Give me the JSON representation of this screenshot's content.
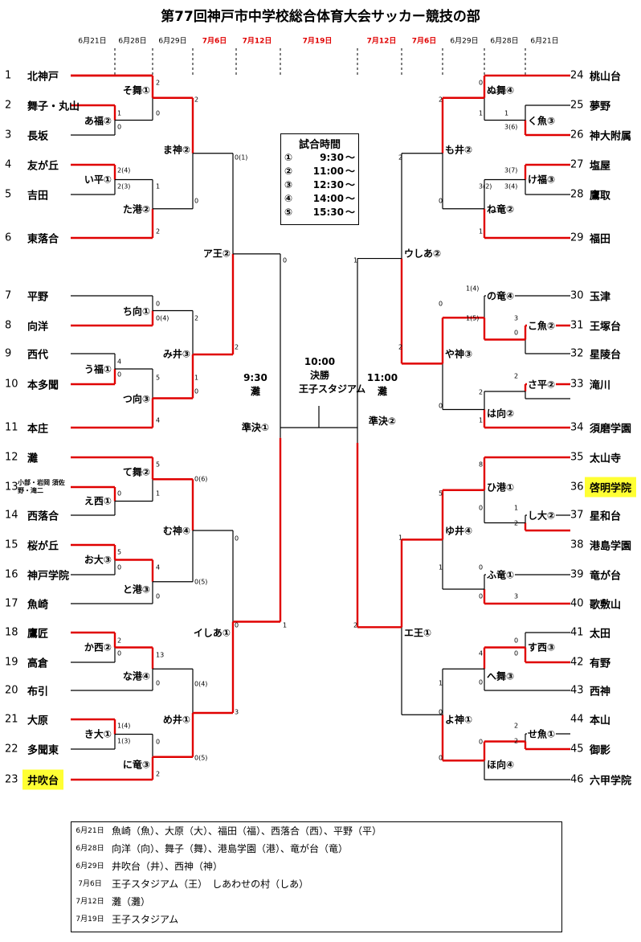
{
  "title": "第77回神戸市中学校総合体育大会サッカー競技の部",
  "colors": {
    "winner_line": "#e00000",
    "loser_line": "#000000",
    "highlight": "#ffff33",
    "red_date": "#e00000"
  },
  "dates": [
    "6月21日",
    "6月28日",
    "6月29日",
    "7月6日",
    "7月12日",
    "7月19日",
    "7月12日",
    "7月6日",
    "6月29日",
    "6月28日",
    "6月21日"
  ],
  "left_teams": [
    {
      "num": "1",
      "name": "北神戸"
    },
    {
      "num": "2",
      "name": "舞子・丸山"
    },
    {
      "num": "3",
      "name": "長坂"
    },
    {
      "num": "4",
      "name": "友が丘"
    },
    {
      "num": "5",
      "name": "吉田"
    },
    {
      "num": "6",
      "name": "東落合"
    },
    {
      "num": "7",
      "name": "平野"
    },
    {
      "num": "8",
      "name": "向洋"
    },
    {
      "num": "9",
      "name": "西代"
    },
    {
      "num": "10",
      "name": "本多聞"
    },
    {
      "num": "11",
      "name": "本庄"
    },
    {
      "num": "12",
      "name": "灘"
    },
    {
      "num": "13",
      "name": "小部・岩岡 須佐野・滝二"
    },
    {
      "num": "14",
      "name": "西落合"
    },
    {
      "num": "15",
      "name": "桜が丘"
    },
    {
      "num": "16",
      "name": "神戸学院"
    },
    {
      "num": "17",
      "name": "魚崎"
    },
    {
      "num": "18",
      "name": "鷹匠"
    },
    {
      "num": "19",
      "name": "高倉"
    },
    {
      "num": "20",
      "name": "布引"
    },
    {
      "num": "21",
      "name": "大原"
    },
    {
      "num": "22",
      "name": "多聞東"
    },
    {
      "num": "23",
      "name": "井吹台"
    }
  ],
  "right_teams": [
    {
      "num": "24",
      "name": "桃山台"
    },
    {
      "num": "25",
      "name": "夢野"
    },
    {
      "num": "26",
      "name": "神大附属"
    },
    {
      "num": "27",
      "name": "塩屋"
    },
    {
      "num": "28",
      "name": "鷹取"
    },
    {
      "num": "29",
      "name": "福田"
    },
    {
      "num": "30",
      "name": "玉津"
    },
    {
      "num": "31",
      "name": "王塚台"
    },
    {
      "num": "32",
      "name": "星陵台"
    },
    {
      "num": "33",
      "name": "滝川"
    },
    {
      "num": "34",
      "name": "須磨学園"
    },
    {
      "num": "35",
      "name": "太山寺"
    },
    {
      "num": "36",
      "name": "啓明学院"
    },
    {
      "num": "37",
      "name": "星和台"
    },
    {
      "num": "38",
      "name": "港島学園"
    },
    {
      "num": "39",
      "name": "竜が台"
    },
    {
      "num": "40",
      "name": "歌敷山"
    },
    {
      "num": "41",
      "name": "太田"
    },
    {
      "num": "42",
      "name": "有野"
    },
    {
      "num": "43",
      "name": "西神"
    },
    {
      "num": "44",
      "name": "本山"
    },
    {
      "num": "45",
      "name": "御影"
    },
    {
      "num": "46",
      "name": "六甲学院"
    }
  ],
  "match_labels": [
    "そ舞①",
    "あ福②",
    "い平①",
    "た港②",
    "ま神②",
    "ア王②",
    "ち向①",
    "う福①",
    "つ向③",
    "み井③",
    "て舞②",
    "え西①",
    "お大③",
    "と港③",
    "む神④",
    "か西②",
    "な港④",
    "き大①",
    "に竜③",
    "め井①",
    "イしあ①",
    "ぬ舞④",
    "く魚③",
    "け福③",
    "ね竜②",
    "も井②",
    "ウしあ②",
    "の竜④",
    "こ魚②",
    "さ平②",
    "は向②",
    "や神③",
    "ひ港①",
    "し大②",
    "ふ竜①",
    "ゆ井④",
    "す西③",
    "へ舞③",
    "せ魚①",
    "ほ向④",
    "よ神①",
    "エ王①"
  ],
  "scores": [
    "2",
    "0",
    "1",
    "0",
    "2",
    "0(1)",
    "2(4)",
    "2(3)",
    "1",
    "2",
    "0",
    "2",
    "0",
    "0(4)",
    "2",
    "4",
    "0",
    "5",
    "0",
    "4",
    "1",
    "0",
    "5",
    "1",
    "0",
    "0(6)",
    "0",
    "5",
    "0",
    "4",
    "0",
    "0(5)",
    "0",
    "2",
    "0",
    "13",
    "0",
    "0(4)",
    "1(4)",
    "1(3)",
    "0",
    "2",
    "0(5)",
    "3",
    "1",
    "0",
    "1",
    "1",
    "3(6)",
    "3(7)",
    "3(4)",
    "3(2)",
    "1",
    "2",
    "0",
    "2",
    "1",
    "1(4)",
    "1(5)",
    "3",
    "0",
    "2",
    "2",
    "1",
    "0",
    "0",
    "2",
    "1",
    "8",
    "0",
    "5",
    "1",
    "2",
    "0",
    "0",
    "3",
    "1",
    "0",
    "0",
    "4",
    "1",
    "0",
    "2",
    "2",
    "0",
    "0",
    "0",
    "2"
  ],
  "final": {
    "time": "10:00",
    "title": "決勝",
    "venue": "王子スタジアム",
    "sf1_time": "9:30",
    "sf1_venue": "灘",
    "sf1": "準決①",
    "sf2_time": "11:00",
    "sf2_venue": "灘",
    "sf2": "準決②"
  },
  "schedule": {
    "title": "試合時間",
    "rows": [
      [
        "①",
        "9:30",
        "～"
      ],
      [
        "②",
        "11:00",
        "～"
      ],
      [
        "③",
        "12:30",
        "～"
      ],
      [
        "④",
        "14:00",
        "～"
      ],
      [
        "⑤",
        "15:30",
        "～"
      ]
    ]
  },
  "legend": [
    {
      "date": "6月21日",
      "text": "魚崎（魚）、大原（大）、福田（福）、西落合（西）、平野（平）"
    },
    {
      "date": "6月28日",
      "text": "向洋（向）、舞子（舞）、港島学園（港）、竜が台（竜）"
    },
    {
      "date": "6月29日",
      "text": "井吹台（井）、西神（神）"
    },
    {
      "date": "7月6日",
      "text": "王子スタジアム（王）　しあわせの村（しあ）"
    },
    {
      "date": "7月12日",
      "text": "灘（灘）"
    },
    {
      "date": "7月19日",
      "text": "王子スタジアム"
    }
  ]
}
